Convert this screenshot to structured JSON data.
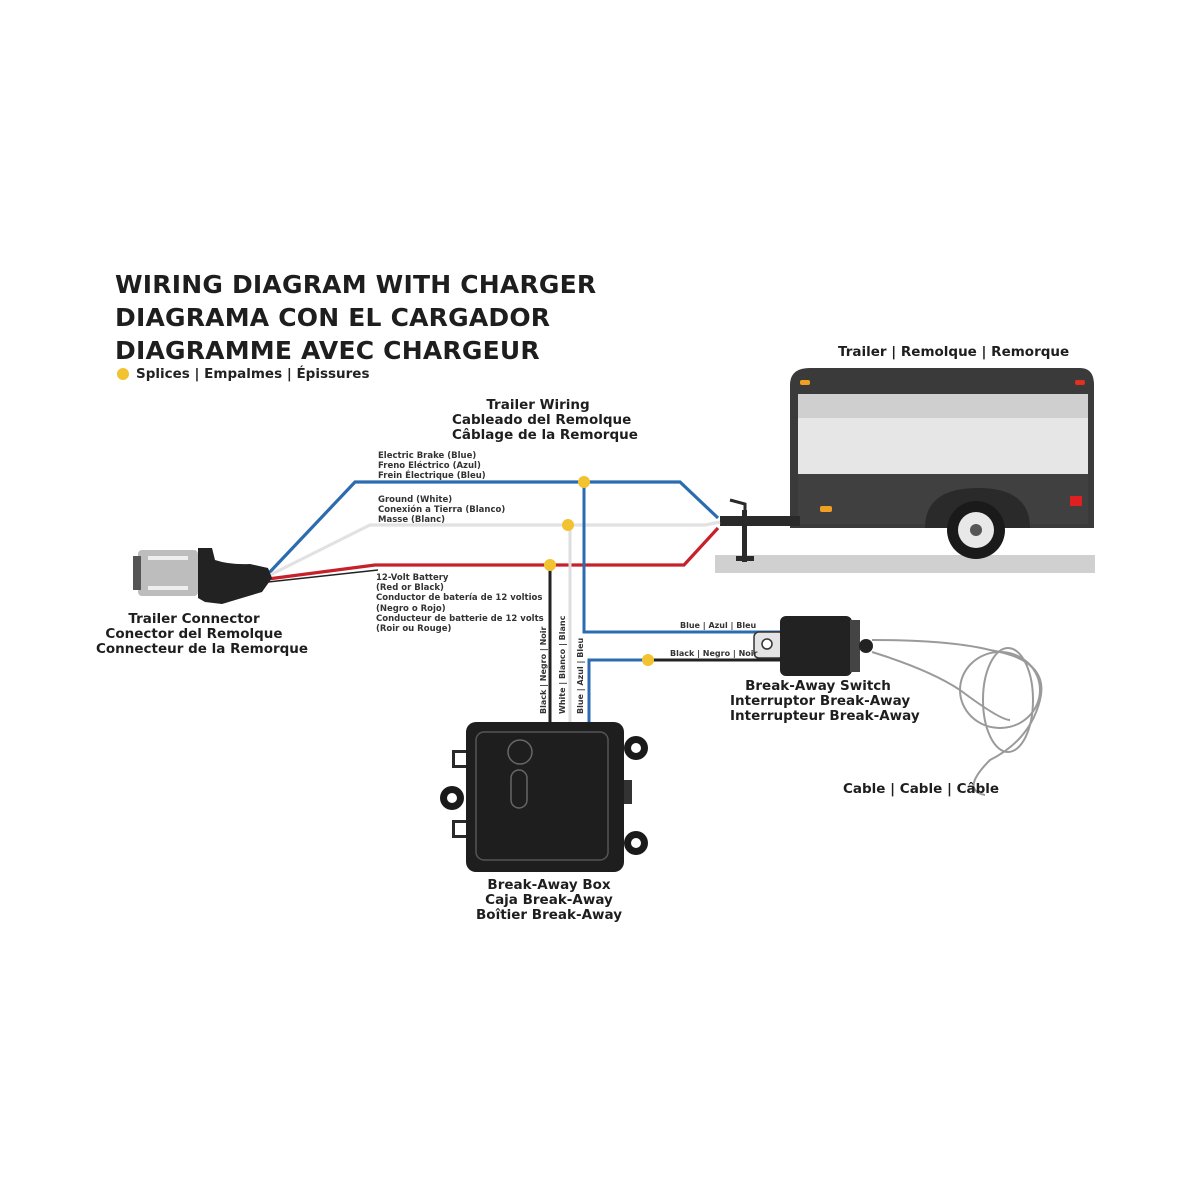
{
  "title": {
    "en": "WIRING DIAGRAM WITH CHARGER",
    "es": "DIAGRAMA CON EL CARGADOR",
    "fr": "DIAGRAMME AVEC CHARGEUR"
  },
  "legend": {
    "label": "Splices | Empalmes | Épissures",
    "color": "#f2c230"
  },
  "trailer": {
    "label": "Trailer | Remolque | Remorque"
  },
  "trailer_wiring": {
    "en": "Trailer Wiring",
    "es": "Cableado del Remolque",
    "fr": "Câblage de la Remorque"
  },
  "trailer_connector": {
    "en": "Trailer Connector",
    "es": "Conector del Remolque",
    "fr": "Connecteur de la Remorque"
  },
  "wires": {
    "brake": {
      "en": "Electric Brake (Blue)",
      "es": "Freno Eléctrico (Azul)",
      "fr": "Frein Électrique (Bleu)",
      "color": "#2b6cb0"
    },
    "ground": {
      "en": "Ground (White)",
      "es": "Conexión a Tierra (Blanco)",
      "fr": "Masse (Blanc)",
      "color": "#dcdcdc"
    },
    "battery": {
      "en": "12-Volt Battery",
      "en2": "(Red or Black)",
      "es": "Conductor de batería de 12 voltios",
      "es2": "(Negro o Rojo)",
      "fr": "Conducteur de batterie de 12 volts",
      "fr2": "(Roir ou Rouge)",
      "color": "#c8202a"
    }
  },
  "tags": {
    "blue_h": "Blue | Azul | Bleu",
    "black_h": "Black | Negro | Noir",
    "black_v": "Black | Negro | Noir",
    "white_v": "White | Blanco | Blanc",
    "blue_v": "Blue | Azul | Bleu"
  },
  "switch": {
    "en": "Break-Away Switch",
    "es": "Interruptor Break-Away",
    "fr": "Interrupteur Break-Away"
  },
  "cable": {
    "label": "Cable | Cable | Câble"
  },
  "box": {
    "en": "Break-Away Box",
    "es": "Caja Break-Away",
    "fr": "Boîtier Break-Away"
  }
}
